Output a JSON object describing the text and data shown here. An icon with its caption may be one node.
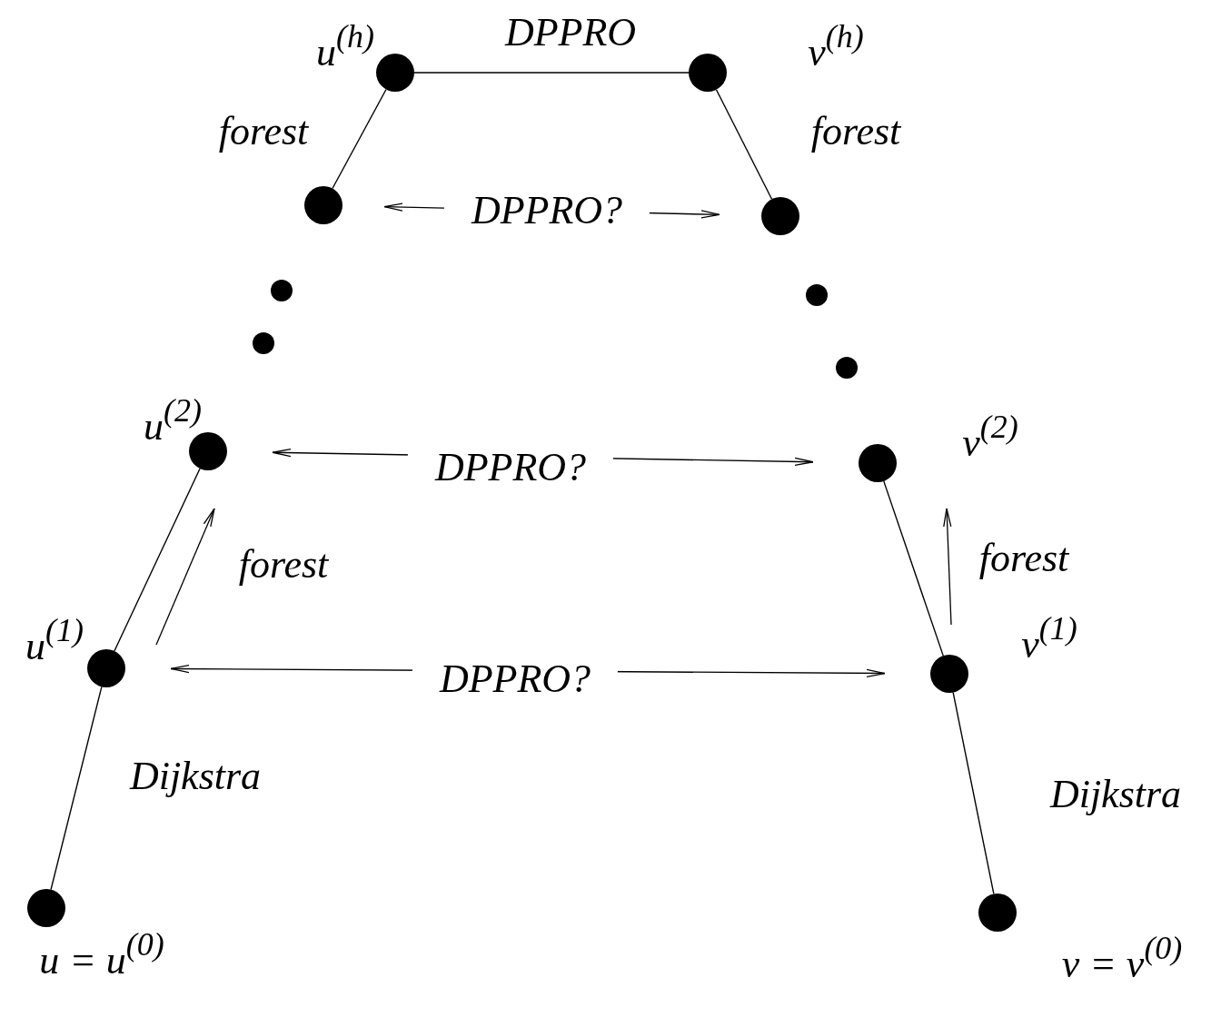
{
  "diagram": {
    "nodes": [
      {
        "text": [],
        "shape": "circle",
        "beside": [
          "u$^{(h)}$"
        ]
      },
      {
        "text": [],
        "shape": "circle",
        "beside": [
          "v$^{(h)}$"
        ]
      },
      {
        "text": [],
        "shape": "circle"
      },
      {
        "text": [],
        "shape": "circle"
      },
      {
        "text": [],
        "shape": "circle"
      },
      {
        "text": [],
        "shape": "circle"
      },
      {
        "text": [],
        "shape": "circle"
      },
      {
        "text": [],
        "shape": "circle"
      },
      {
        "text": [],
        "shape": "circle",
        "beside": [
          "u$^{(2)}$"
        ]
      },
      {
        "text": [],
        "shape": "circle",
        "beside": [
          "v$^{(2)}$"
        ]
      },
      {
        "text": [],
        "shape": "circle",
        "beside": [
          "u$^{(1)}$"
        ]
      },
      {
        "text": [],
        "shape": "circle",
        "beside": [
          "v$^{(1)}$"
        ]
      },
      {
        "text": [],
        "shape": "circle",
        "beside": [
          "u = u$^{(0)}$"
        ]
      },
      {
        "text": [],
        "shape": "circle",
        "beside": [
          "v = v$^{(0)}$"
        ]
      }
    ],
    "edges": [
      {
        "from": 0,
        "to": 1,
        "arrow": "none",
        "label": "DPPRO"
      },
      {
        "from": 0,
        "to": 2,
        "arrow": "none",
        "label": "forest"
      },
      {
        "from": 1,
        "to": 3,
        "arrow": "none",
        "label": "forest"
      },
      {
        "from": 2,
        "to": 3,
        "arrow": "both",
        "label": "DPPRO?"
      },
      {
        "from": 8,
        "to": 9,
        "arrow": "both",
        "label": "DPPRO?"
      },
      {
        "from": 8,
        "to": 10,
        "arrow": "none",
        "label": "forest"
      },
      {
        "from": 9,
        "to": 11,
        "arrow": "none",
        "label": "forest"
      },
      {
        "from": 10,
        "to": 11,
        "arrow": "both",
        "label": "DPPRO?"
      },
      {
        "from": 10,
        "to": 12,
        "arrow": "none",
        "label": "Dijkstra"
      },
      {
        "from": 11,
        "to": 13,
        "arrow": "none",
        "label": "Dijkstra"
      }
    ]
  }
}
